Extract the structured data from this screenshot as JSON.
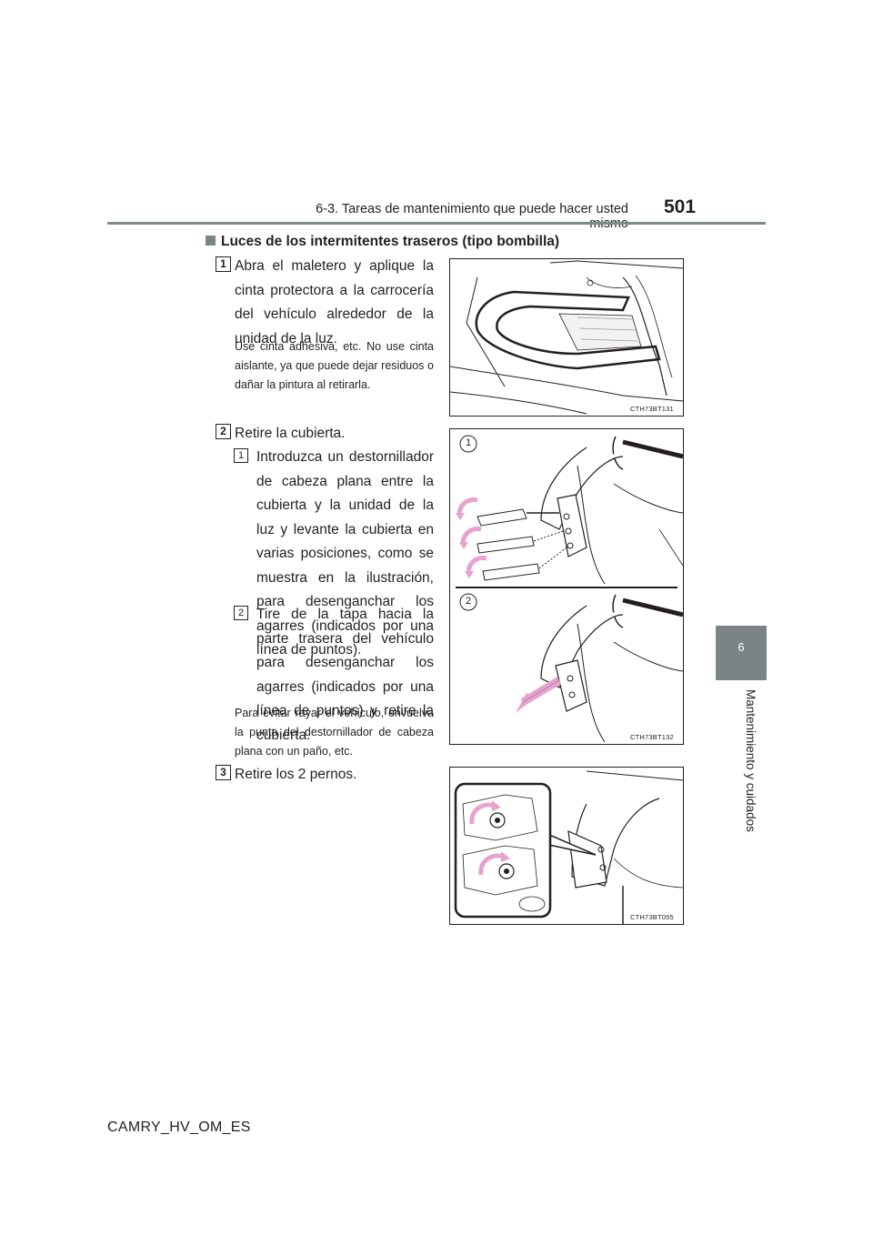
{
  "header": {
    "section": "6-3. Tareas de mantenimiento que puede hacer usted mismo",
    "page_number": "501"
  },
  "side_tab": {
    "number": "6",
    "label": "Mantenimiento y cuidados"
  },
  "heading": "Luces de los intermitentes traseros (tipo bombilla)",
  "steps": [
    {
      "badge": "1",
      "text": "Abra el maletero y aplique la cinta protectora a la carrocería del vehículo alrededor de la unidad de la luz.",
      "note": "Use cinta adhesiva, etc. No use cinta aislante, ya que puede dejar residuos o dañar la pintura al retirarla.",
      "figure_code": "CTH73BT131"
    },
    {
      "badge": "2",
      "text": "Retire la cubierta.",
      "substeps": [
        {
          "badge": "1",
          "text": "Introduzca un destornillador de cabeza plana entre la cubierta y la unidad de la luz y levante la cubierta en varias posiciones, como se muestra en la ilustración, para desenganchar los agarres (indicados por una línea de puntos)."
        },
        {
          "badge": "2",
          "text": "Tire de la tapa hacia la parte trasera del vehículo para desenganchar los agarres (indicados por una línea de puntos) y retire la cubierta."
        }
      ],
      "note": "Para evitar rayar el vehículo, envuelva la punta del destornillador de cabeza plana con un paño, etc.",
      "figure_code": "CTH73BT132",
      "figure_labels": [
        "1",
        "2"
      ]
    },
    {
      "badge": "3",
      "text": "Retire los 2 pernos.",
      "figure_code": "CTH73BT055"
    }
  ],
  "footer": {
    "doc_id": "CAMRY_HV_OM_ES"
  }
}
